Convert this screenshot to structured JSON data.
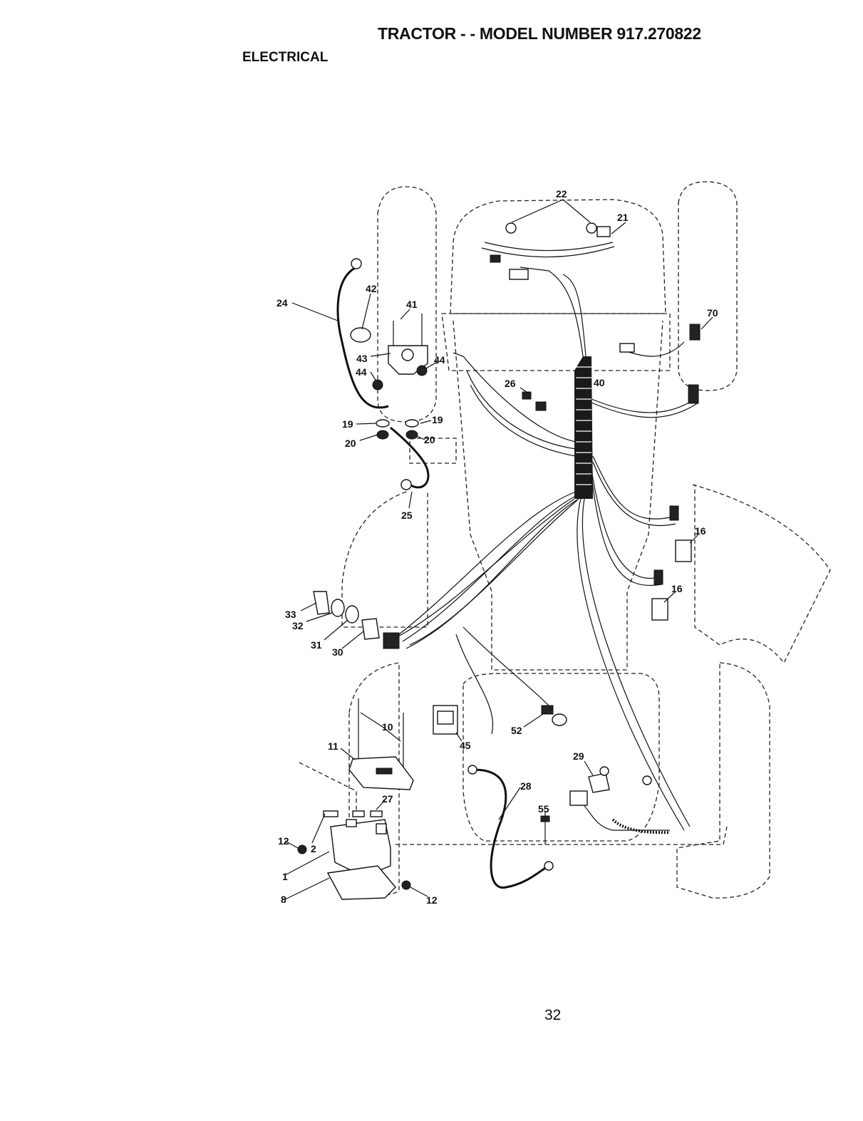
{
  "header": {
    "title": "TRACTOR - - MODEL NUMBER 917.270822",
    "section": "ELECTRICAL"
  },
  "callouts": [
    {
      "id": "c22",
      "label": "22"
    },
    {
      "id": "c21",
      "label": "21"
    },
    {
      "id": "c24",
      "label": "24"
    },
    {
      "id": "c42",
      "label": "42"
    },
    {
      "id": "c41",
      "label": "41"
    },
    {
      "id": "c70",
      "label": "70"
    },
    {
      "id": "c43",
      "label": "43"
    },
    {
      "id": "c44a",
      "label": "44"
    },
    {
      "id": "c44b",
      "label": "44"
    },
    {
      "id": "c26",
      "label": "26"
    },
    {
      "id": "c40",
      "label": "40"
    },
    {
      "id": "c19a",
      "label": "19"
    },
    {
      "id": "c19b",
      "label": "19"
    },
    {
      "id": "c20a",
      "label": "20"
    },
    {
      "id": "c20b",
      "label": "20"
    },
    {
      "id": "c25",
      "label": "25"
    },
    {
      "id": "c16a",
      "label": "16"
    },
    {
      "id": "c16b",
      "label": "16"
    },
    {
      "id": "c33",
      "label": "33"
    },
    {
      "id": "c32",
      "label": "32"
    },
    {
      "id": "c31",
      "label": "31"
    },
    {
      "id": "c30",
      "label": "30"
    },
    {
      "id": "c10",
      "label": "10"
    },
    {
      "id": "c11",
      "label": "11"
    },
    {
      "id": "c45",
      "label": "45"
    },
    {
      "id": "c52",
      "label": "52"
    },
    {
      "id": "c29",
      "label": "29"
    },
    {
      "id": "c28",
      "label": "28"
    },
    {
      "id": "c27",
      "label": "27"
    },
    {
      "id": "c55",
      "label": "55"
    },
    {
      "id": "c12a",
      "label": "12"
    },
    {
      "id": "c2",
      "label": "2"
    },
    {
      "id": "c1",
      "label": "1"
    },
    {
      "id": "c8",
      "label": "8"
    },
    {
      "id": "c12b",
      "label": "12"
    }
  ],
  "footer": {
    "page_number": "32"
  }
}
